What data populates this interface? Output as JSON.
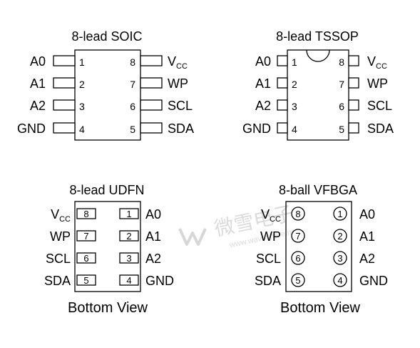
{
  "soic": {
    "title": "8-lead SOIC",
    "left_pins": [
      {
        "name": "A0",
        "num": "1"
      },
      {
        "name": "A1",
        "num": "2"
      },
      {
        "name": "A2",
        "num": "3"
      },
      {
        "name": "GND",
        "num": "4"
      }
    ],
    "right_pins": [
      {
        "num": "8",
        "name": "V",
        "sub": "CC"
      },
      {
        "num": "7",
        "name": "WP",
        "sub": ""
      },
      {
        "num": "6",
        "name": "SCL",
        "sub": ""
      },
      {
        "num": "5",
        "name": "SDA",
        "sub": ""
      }
    ]
  },
  "tssop": {
    "title": "8-lead TSSOP",
    "left_pins": [
      {
        "name": "A0",
        "num": "1"
      },
      {
        "name": "A1",
        "num": "2"
      },
      {
        "name": "A2",
        "num": "3"
      },
      {
        "name": "GND",
        "num": "4"
      }
    ],
    "right_pins": [
      {
        "num": "8",
        "name": "V",
        "sub": "CC"
      },
      {
        "num": "7",
        "name": "WP",
        "sub": ""
      },
      {
        "num": "6",
        "name": "SCL",
        "sub": ""
      },
      {
        "num": "5",
        "name": "SDA",
        "sub": ""
      }
    ]
  },
  "udfn": {
    "title": "8-lead UDFN",
    "view_label": "Bottom View",
    "left_pins": [
      {
        "name": "V",
        "sub": "CC",
        "num": "8"
      },
      {
        "name": "WP",
        "sub": "",
        "num": "7"
      },
      {
        "name": "SCL",
        "sub": "",
        "num": "6"
      },
      {
        "name": "SDA",
        "sub": "",
        "num": "5"
      }
    ],
    "right_pins": [
      {
        "num": "1",
        "name": "A0"
      },
      {
        "num": "2",
        "name": "A1"
      },
      {
        "num": "3",
        "name": "A2"
      },
      {
        "num": "4",
        "name": "GND"
      }
    ]
  },
  "vfbga": {
    "title": "8-ball VFBGA",
    "view_label": "Bottom View",
    "left_pins": [
      {
        "name": "V",
        "sub": "CC",
        "num": "8"
      },
      {
        "name": "WP",
        "sub": "",
        "num": "7"
      },
      {
        "name": "SCL",
        "sub": "",
        "num": "6"
      },
      {
        "name": "SDA",
        "sub": "",
        "num": "5"
      }
    ],
    "right_pins": [
      {
        "num": "1",
        "name": "A0"
      },
      {
        "num": "2",
        "name": "A1"
      },
      {
        "num": "3",
        "name": "A2"
      },
      {
        "num": "4",
        "name": "GND"
      }
    ]
  },
  "watermark": {
    "text": "微雪电子",
    "url": "www.waveshare.net"
  }
}
